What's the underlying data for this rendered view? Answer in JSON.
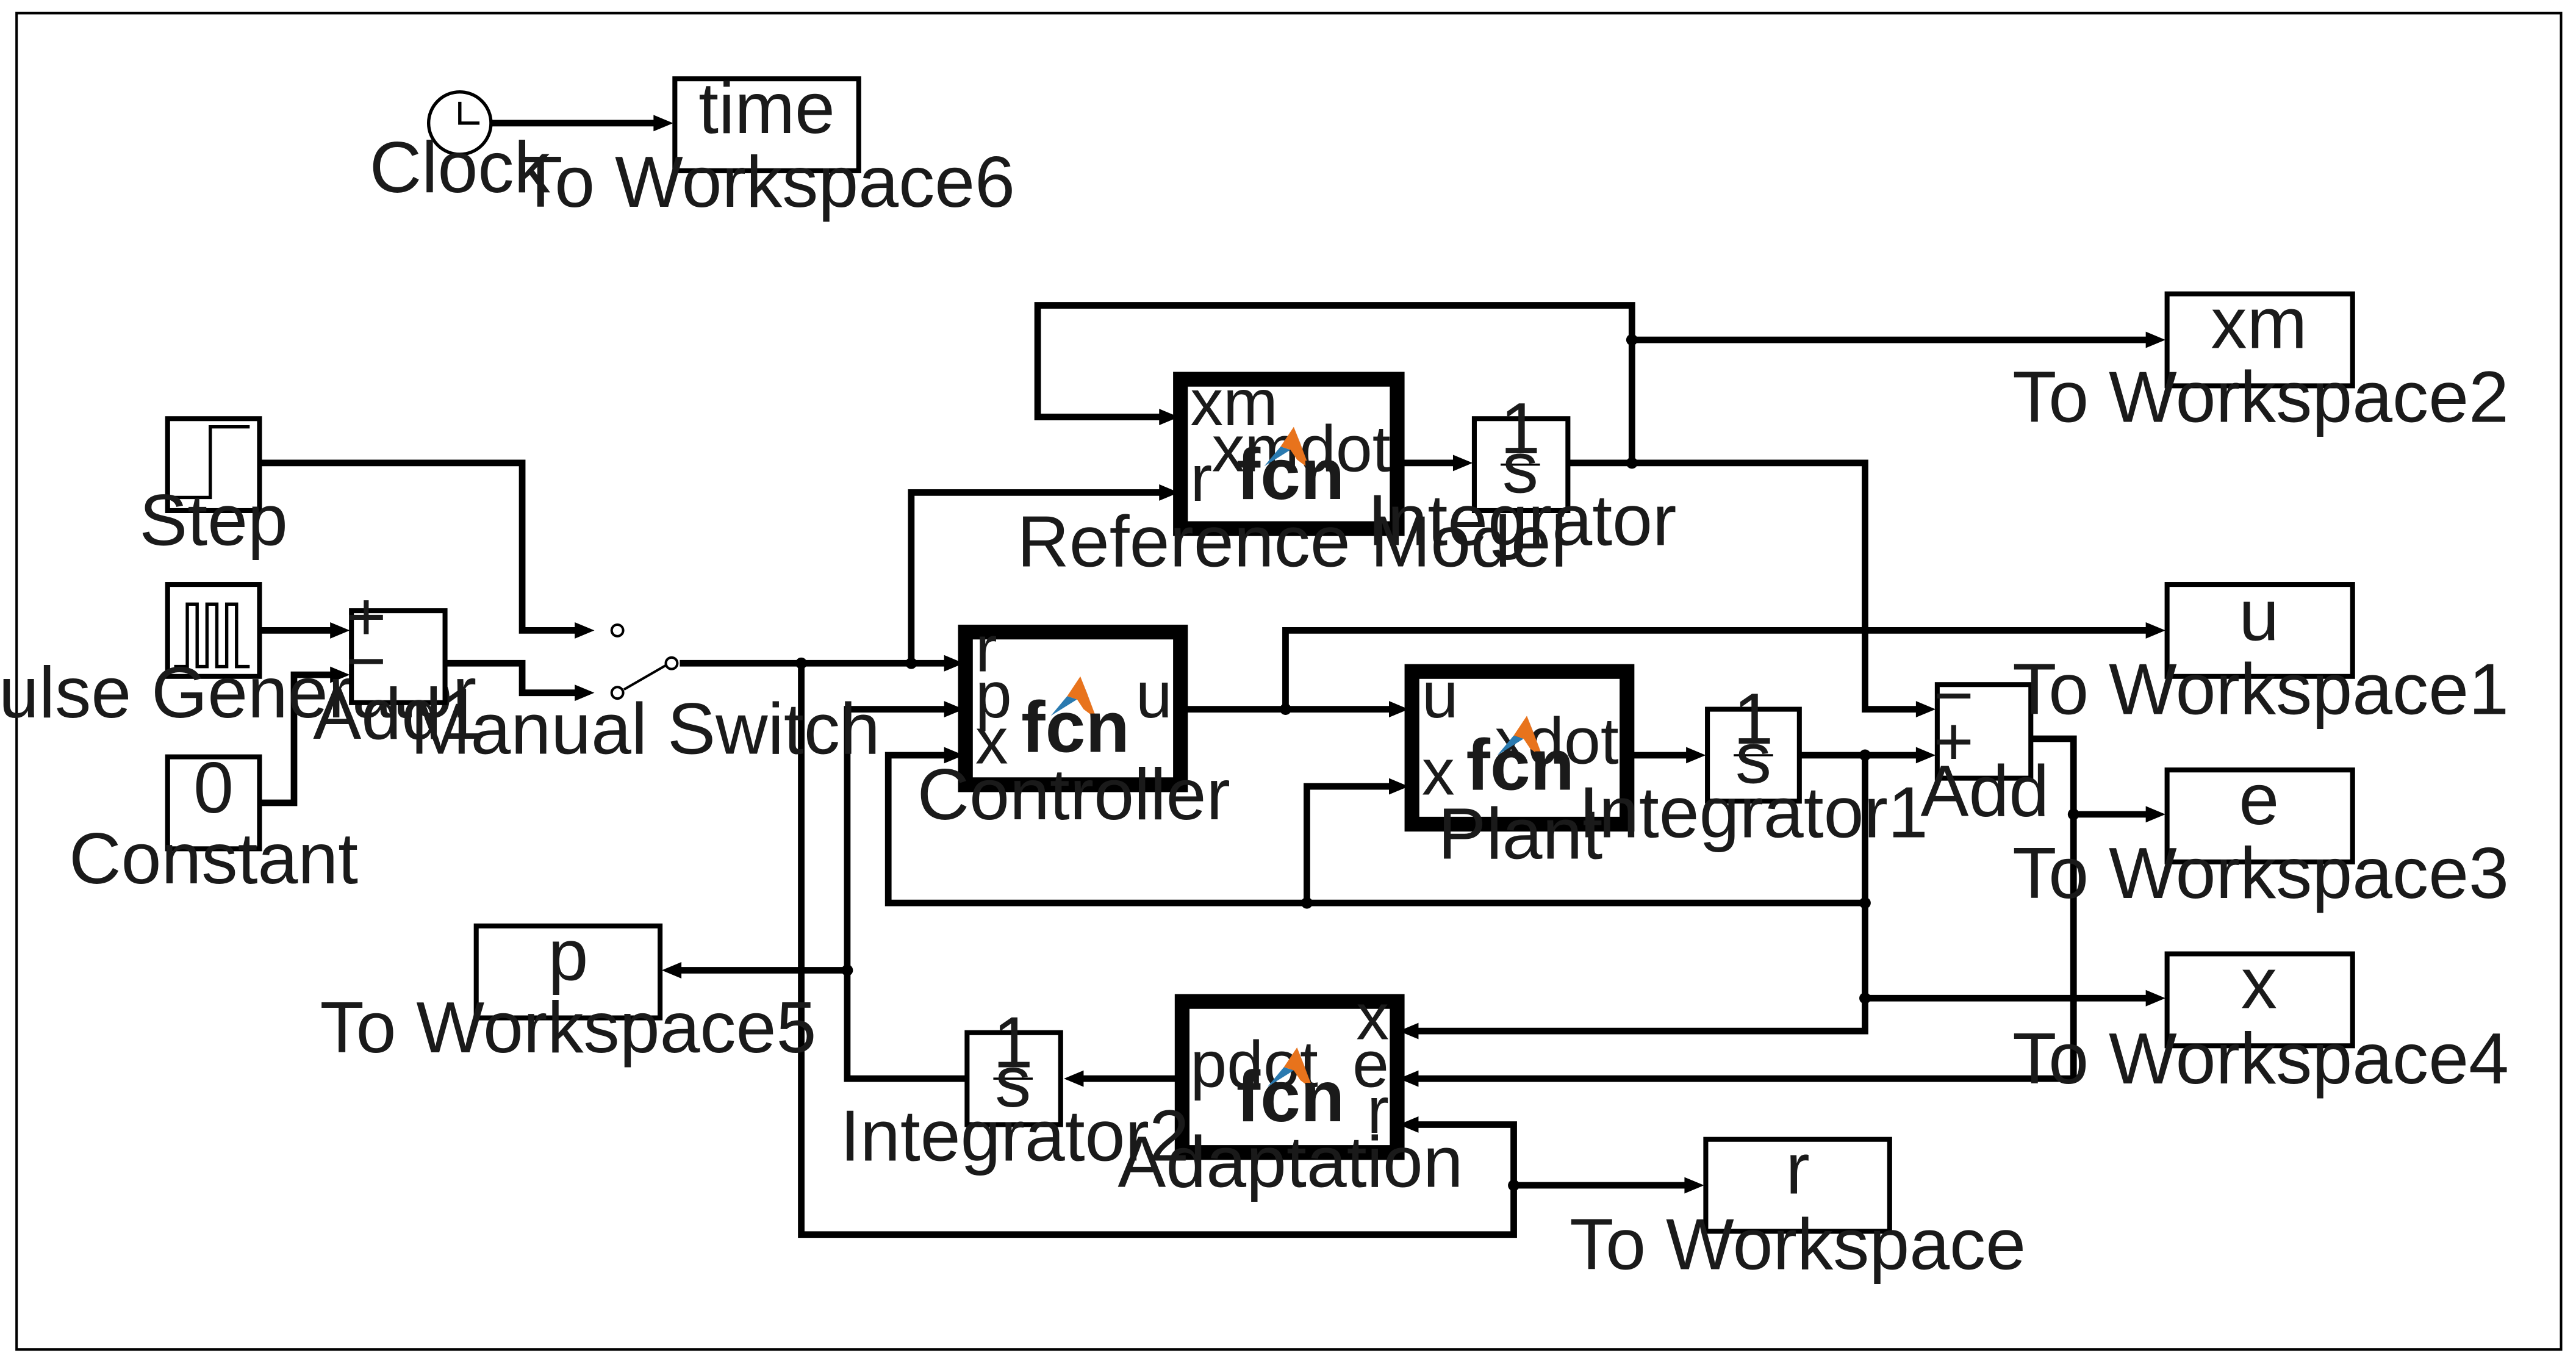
{
  "blocks": {
    "clock": {
      "label": "Clock"
    },
    "to_workspace6": {
      "text": "time",
      "label": "To Workspace6"
    },
    "step": {
      "label": "Step"
    },
    "pulse_generator": {
      "label": "Pulse Generator"
    },
    "constant": {
      "text": "0",
      "label": "Constant"
    },
    "add1": {
      "label": "Add1",
      "signs": [
        "+",
        "−"
      ]
    },
    "manual_switch": {
      "label": "Manual Switch"
    },
    "reference_model": {
      "label": "Reference Model",
      "fcn": "fcn",
      "in_ports": [
        "xm",
        "r"
      ],
      "out_ports": [
        "xmdot"
      ]
    },
    "integrator": {
      "num": "1",
      "den": "s",
      "label": "Integrator"
    },
    "controller": {
      "label": "Controller",
      "fcn": "fcn",
      "in_ports": [
        "r",
        "p",
        "x"
      ],
      "out_ports": [
        "u"
      ]
    },
    "plant": {
      "label": "Plant",
      "fcn": "fcn",
      "in_ports": [
        "u",
        "x"
      ],
      "out_ports": [
        "xdot"
      ]
    },
    "integrator1": {
      "num": "1",
      "den": "s",
      "label": "Integrator1"
    },
    "add": {
      "label": "Add",
      "signs": [
        "−",
        "+"
      ]
    },
    "adaptation": {
      "label": "Adaptation",
      "fcn": "fcn",
      "in_ports": [
        "x",
        "e",
        "r"
      ],
      "out_ports": [
        "pdot"
      ]
    },
    "integrator2": {
      "num": "1",
      "den": "s",
      "label": "Integrator2"
    },
    "to_workspace5": {
      "text": "p",
      "label": "To Workspace5"
    },
    "to_workspace": {
      "text": "r",
      "label": "To Workspace"
    },
    "to_workspace2": {
      "text": "xm",
      "label": "To Workspace2"
    },
    "to_workspace1": {
      "text": "u",
      "label": "To Workspace1"
    },
    "to_workspace3": {
      "text": "e",
      "label": "To Workspace3"
    },
    "to_workspace4": {
      "text": "x",
      "label": "To Workspace4"
    }
  },
  "colors": {
    "line": "#000000",
    "background": "#ffffff",
    "matlab_logo_orange": "#e8731c",
    "matlab_logo_blue": "#2a7ab0"
  }
}
